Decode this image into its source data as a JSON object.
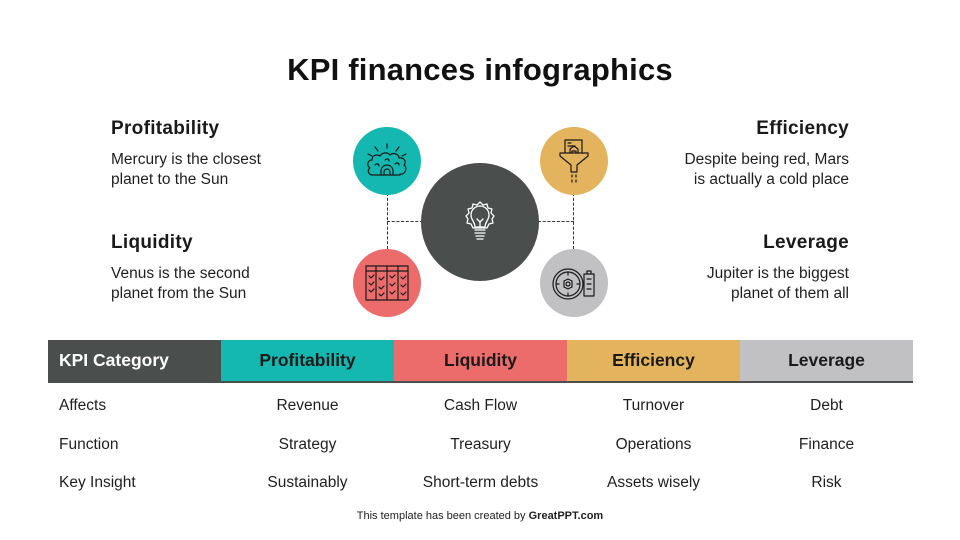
{
  "title": "KPI finances infographics",
  "colors": {
    "profitability": "#14b8b0",
    "liquidity": "#ec6b6b",
    "efficiency": "#e3b35e",
    "leverage": "#c1c1c3",
    "center": "#4a4e4d",
    "header_first": "#4a4e4d"
  },
  "blocks": {
    "profitability": {
      "heading": "Profitability",
      "line1": "Mercury is the closest",
      "line2": "planet to the Sun"
    },
    "liquidity": {
      "heading": "Liquidity",
      "line1": "Venus is the second",
      "line2": "planet from the Sun"
    },
    "efficiency": {
      "heading": "Efficiency",
      "line1": "Despite being red, Mars",
      "line2": "is actually a cold place"
    },
    "leverage": {
      "heading": "Leverage",
      "line1": "Jupiter is the biggest",
      "line2": "planet of them all"
    }
  },
  "icons": {
    "center": "lightbulb-gear-icon",
    "profitability": "brain-icon",
    "efficiency": "funnel-document-icon",
    "liquidity": "checklist-calendar-icon",
    "leverage": "gauge-battery-icon"
  },
  "table": {
    "headers": [
      "KPI Category",
      "Profitability",
      "Liquidity",
      "Efficiency",
      "Leverage"
    ],
    "rows": [
      [
        "Affects",
        "Revenue",
        "Cash Flow",
        "Turnover",
        "Debt"
      ],
      [
        "Function",
        "Strategy",
        "Treasury",
        "Operations",
        "Finance"
      ],
      [
        "Key Insight",
        "Sustainably",
        "Short-term debts",
        "Assets wisely",
        "Risk"
      ]
    ]
  },
  "footer": {
    "prefix": "This template has been created by ",
    "brand": "GreatPPT.com"
  }
}
